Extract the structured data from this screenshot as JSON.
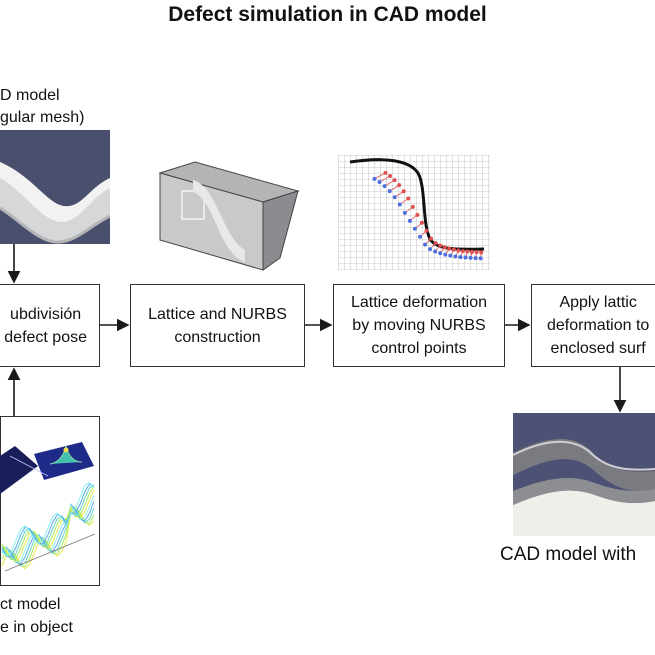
{
  "title": "Defect simulation in CAD model",
  "input_label": {
    "line1": "D model",
    "line2": "gular mesh)"
  },
  "steps": {
    "subdivision": "ubdivisión\ndefect pose",
    "lattice": "Lattice and NURBS\nconstruction",
    "deformation": "Lattice deformation\nby moving NURBS\ncontrol points",
    "apply": "Apply lattic\ndeformation to\nenclosed surf"
  },
  "defect_label": {
    "line1": "ct model",
    "line2": "e in object"
  },
  "output_label": "CAD model with",
  "colors": {
    "arrow": "#1a1a1a",
    "box_border": "#333333",
    "cad_background": "#4a4f6e",
    "control_red": "#e05050",
    "control_blue": "#4f6fe0"
  }
}
